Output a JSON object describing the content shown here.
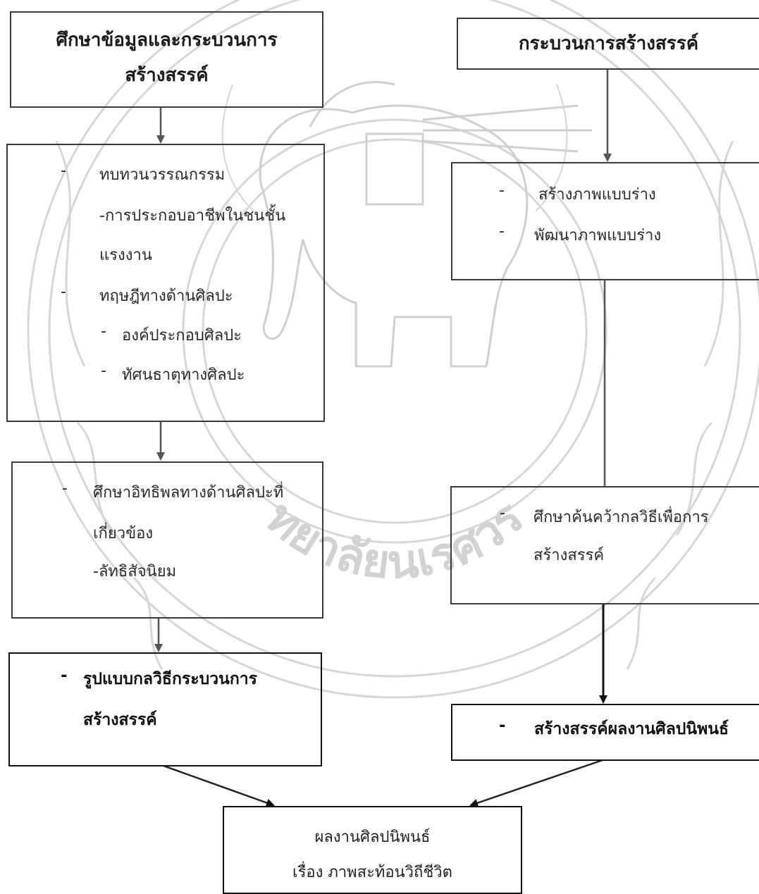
{
  "diagram": {
    "box_study": {
      "title_line1": "ศึกษาข้อมูลและกระบวนการ",
      "title_line2": "สร้างสรรค์"
    },
    "box_process": {
      "title": "กระบวนการสร้างสรรค์"
    },
    "box_review": {
      "dash1": "-",
      "item1": "ทบทวนวรรณกรรม",
      "item1_sub": "-การประกอบอาชีพในชนชั้น",
      "item1_sub_cont": "แรงงาน",
      "dash2": "-",
      "item2": "ทฤษฎีทางด้านศิลปะ",
      "dash3": "-",
      "item2_sub1": "องค์ประกอบศิลปะ",
      "dash4": "-",
      "item2_sub2": "ทัศนธาตุทางศิลปะ"
    },
    "box_sketch": {
      "dash1": "-",
      "item1": "สร้างภาพแบบร่าง",
      "dash2": "-",
      "item2": "พัฒนาภาพแบบร่าง"
    },
    "box_influence": {
      "dash1": "-",
      "item1": "ศึกษาอิทธิพลทางด้านศิลปะที่",
      "item1_cont": "เกี่ยวข้อง",
      "item1_sub": "-ลัทธิสัจนิยม"
    },
    "box_technique": {
      "dash1": "-",
      "item1": "ศึกษาค้นคว้ากลวิธีเพื่อการ",
      "item1_cont": "สร้างสรรค์"
    },
    "box_form": {
      "dash1": "-",
      "item1": "รูปแบบกลวิธีกระบวนการ",
      "item1_cont": "สร้างสรรค์"
    },
    "box_create": {
      "dash1": "-",
      "item1": "สร้างสรรค์ผลงานศิลปนิพนธ์"
    },
    "box_result": {
      "line1": "ผลงานศิลปนิพนธ์",
      "line2": "เรื่อง ภาพสะท้อนวิถีชีวิต"
    },
    "watermark": {
      "text": "ทยาลัยนเรศวร",
      "icon": "university-seal-elephant",
      "color": "#d2d2d2"
    },
    "colors": {
      "border": "#3a3a3a",
      "arrow": "#555555",
      "text": "#1a1a1a"
    }
  }
}
